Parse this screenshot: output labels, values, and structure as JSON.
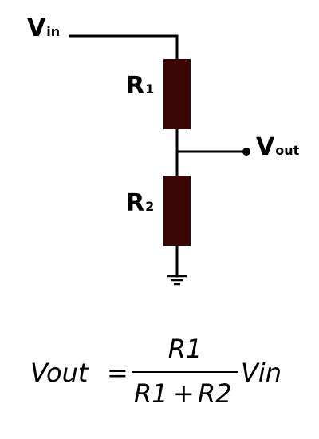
{
  "colors": {
    "wire": "#000000",
    "resistor": "#3a0606",
    "background": "#ffffff"
  },
  "labels": {
    "vin": {
      "main": "V",
      "sub": "in"
    },
    "vout": {
      "main": "V",
      "sub": "out"
    },
    "r1": {
      "main": "R",
      "sub": "1"
    },
    "r2": {
      "main": "R",
      "sub": "2"
    }
  },
  "formula": {
    "lhs": "Vout",
    "equals": "=",
    "numerator": "R1",
    "denominator_left": "R1",
    "denominator_op": "+",
    "denominator_right": "R2",
    "rhs": "Vin"
  },
  "icons": {
    "ground": "ground-symbol",
    "terminal": "terminal-dot"
  }
}
